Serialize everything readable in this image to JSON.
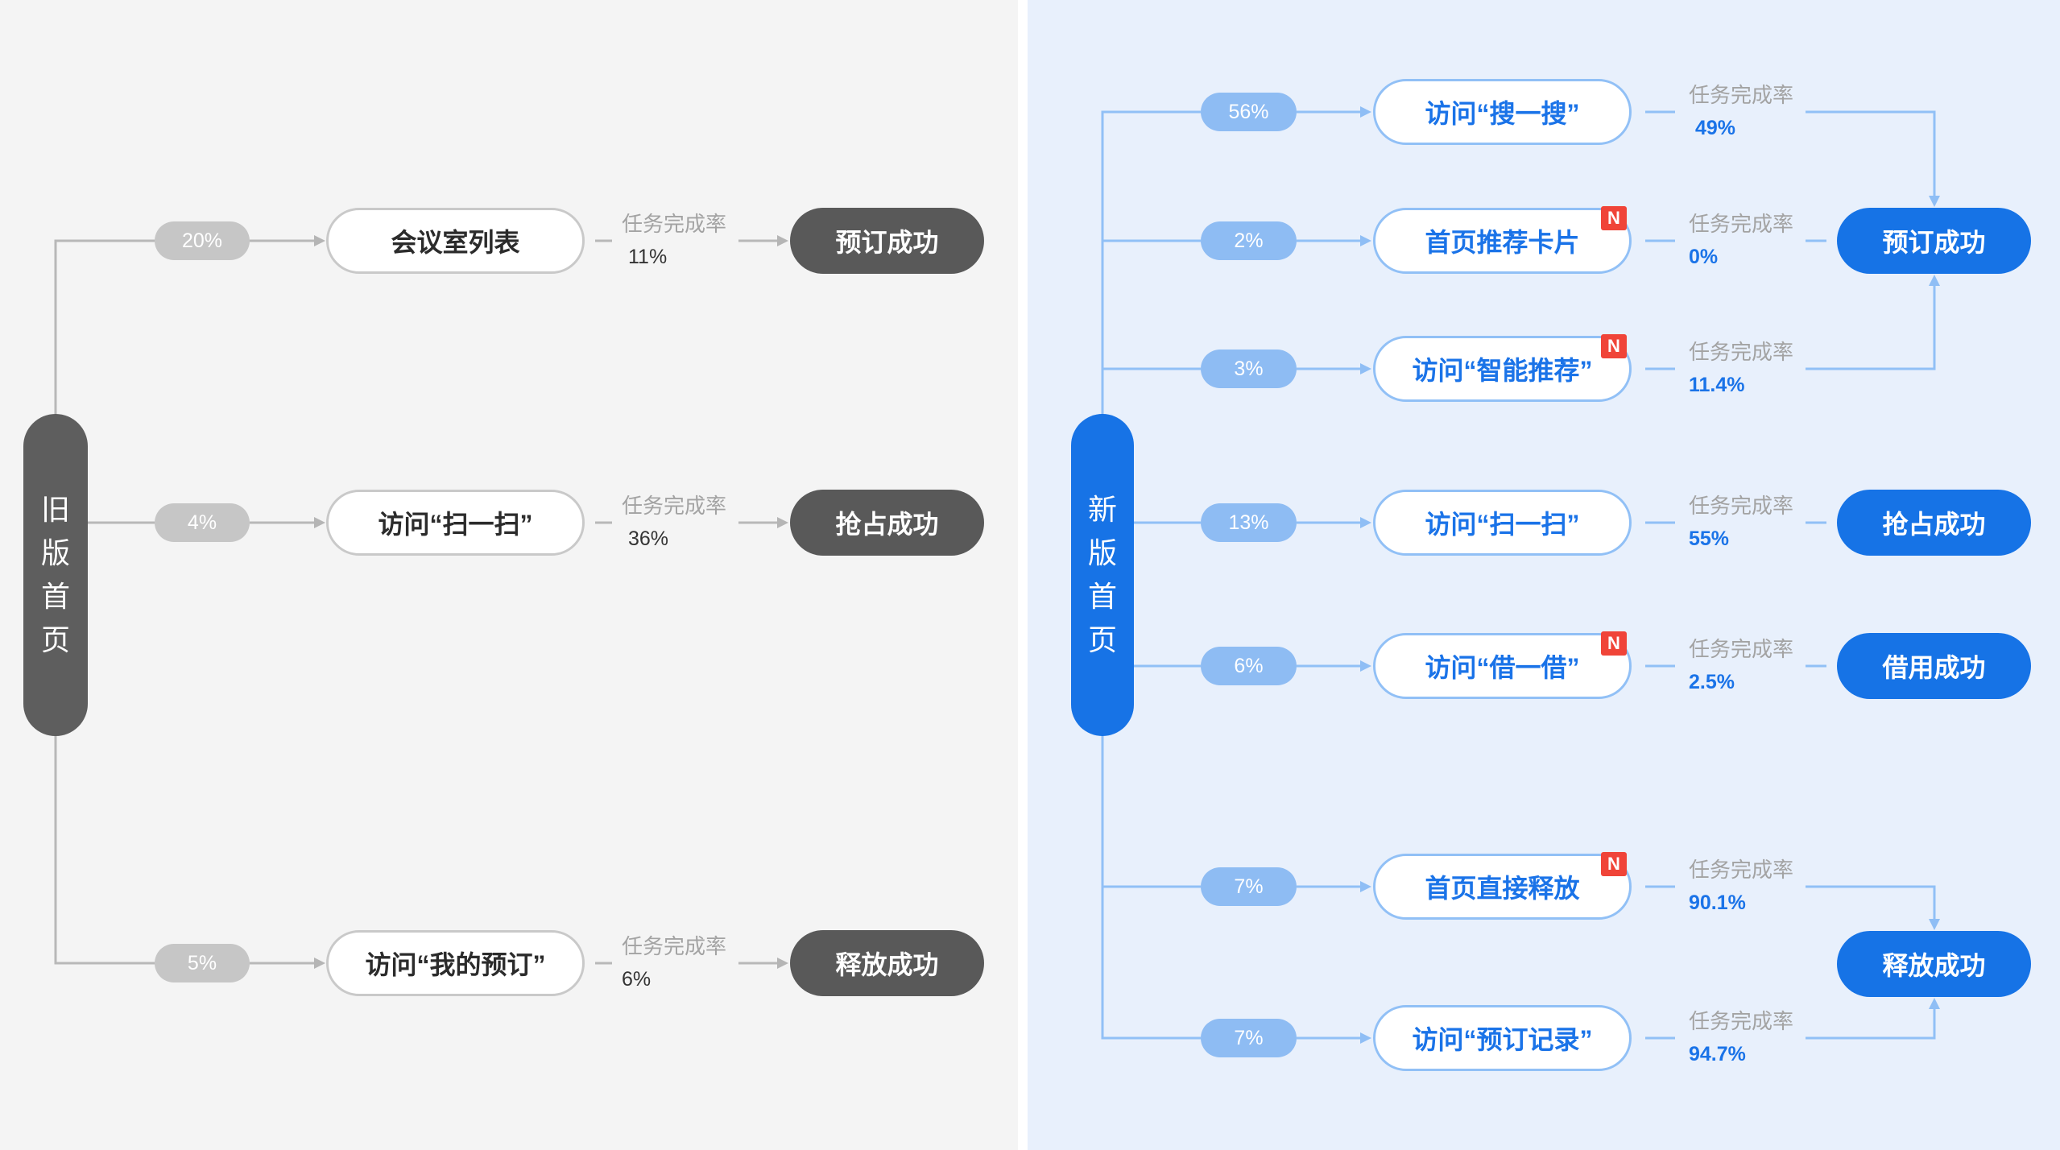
{
  "old_version": {
    "entry_label": "旧版首页",
    "rows": [
      {
        "percent": "20%",
        "node": "会议室列表",
        "rate_label": "任务完成率",
        "rate_value": "11%",
        "result": "预订成功"
      },
      {
        "percent": "4%",
        "node": "访问“扫一扫”",
        "rate_label": "任务完成率",
        "rate_value": "36%",
        "result": "抢占成功"
      },
      {
        "percent": "5%",
        "node": "访问“我的预订”",
        "rate_label": "任务完成率",
        "rate_value": "6%",
        "result": "释放成功"
      }
    ]
  },
  "new_version": {
    "entry_label": "新版首页",
    "rows": [
      {
        "percent": "56%",
        "node": "访问“搜一搜”",
        "rate_label": "任务完成率",
        "rate_value": "49%"
      },
      {
        "percent": "2%",
        "node": "首页推荐卡片",
        "badge": "N",
        "rate_label": "任务完成率",
        "rate_value": "0%"
      },
      {
        "percent": "3%",
        "node": "访问“智能推荐”",
        "badge": "N",
        "rate_label": "任务完成率",
        "rate_value": "11.4%"
      },
      {
        "percent": "13%",
        "node": "访问“扫一扫”",
        "rate_label": "任务完成率",
        "rate_value": "55%"
      },
      {
        "percent": "6%",
        "node": "访问“借一借”",
        "badge": "N",
        "rate_label": "任务完成率",
        "rate_value": "2.5%"
      },
      {
        "percent": "7%",
        "node": "首页直接释放",
        "badge": "N",
        "rate_label": "任务完成率",
        "rate_value": "90.1%"
      },
      {
        "percent": "7%",
        "node": "访问“预订记录”",
        "rate_label": "任务完成率",
        "rate_value": "94.7%"
      }
    ],
    "results": [
      "预订成功",
      "抢占成功",
      "借用成功",
      "释放成功"
    ]
  },
  "colors": {
    "old_background": "#f4f4f4",
    "new_background": "#e8f0fc",
    "old_accent": "#595959",
    "new_accent": "#1673e6",
    "new_light": "#8ebcf3",
    "badge_red": "#f04438"
  }
}
